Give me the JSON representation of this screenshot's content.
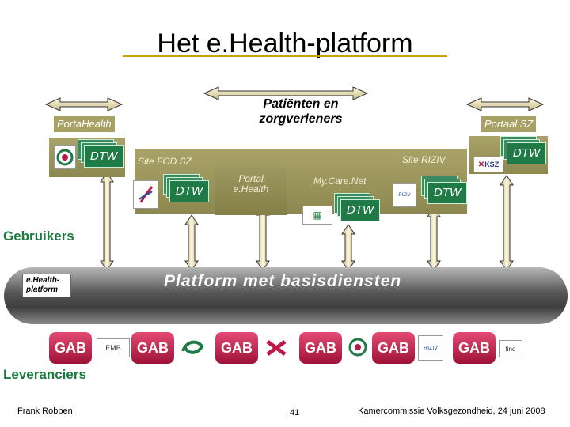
{
  "slide": {
    "title": "Het e.Health-platform",
    "center_heading": [
      "Patiënten en",
      "zorgverleners"
    ],
    "users_label": "Gebruikers",
    "suppliers_label": "Leveranciers",
    "platform_label": "Platform met basisdiensten",
    "platform_logo_text": [
      "e.Health-",
      "platform"
    ]
  },
  "portals": {
    "portahealth": "PortaHealth",
    "portaal_sz": "Portaal SZ"
  },
  "sites": {
    "fod_sz": "Site FOD SZ",
    "riziv": "Site RIZIV",
    "portal_ehealth": [
      "Portal",
      "e.Health"
    ],
    "mycarenet": "My.Care.Net"
  },
  "dtw_label": "DTW",
  "gab_label": "GAB",
  "logos": {
    "ksz": "KSZ",
    "riziv": "RIZIV",
    "fod": "FOD",
    "find": "find",
    "emb": "EMB"
  },
  "colors": {
    "title_line": "#c9a100",
    "olive": "#a8a064",
    "dtw_green": "#1f7a45",
    "gab_red": "#b81a45",
    "platform_grey": "#4a4a4a",
    "label_green": "#1b7a3e"
  },
  "footer": {
    "author": "Frank Robben",
    "page": "41",
    "event": "Kamercommissie Volksgezondheid, 24 juni 2008"
  }
}
